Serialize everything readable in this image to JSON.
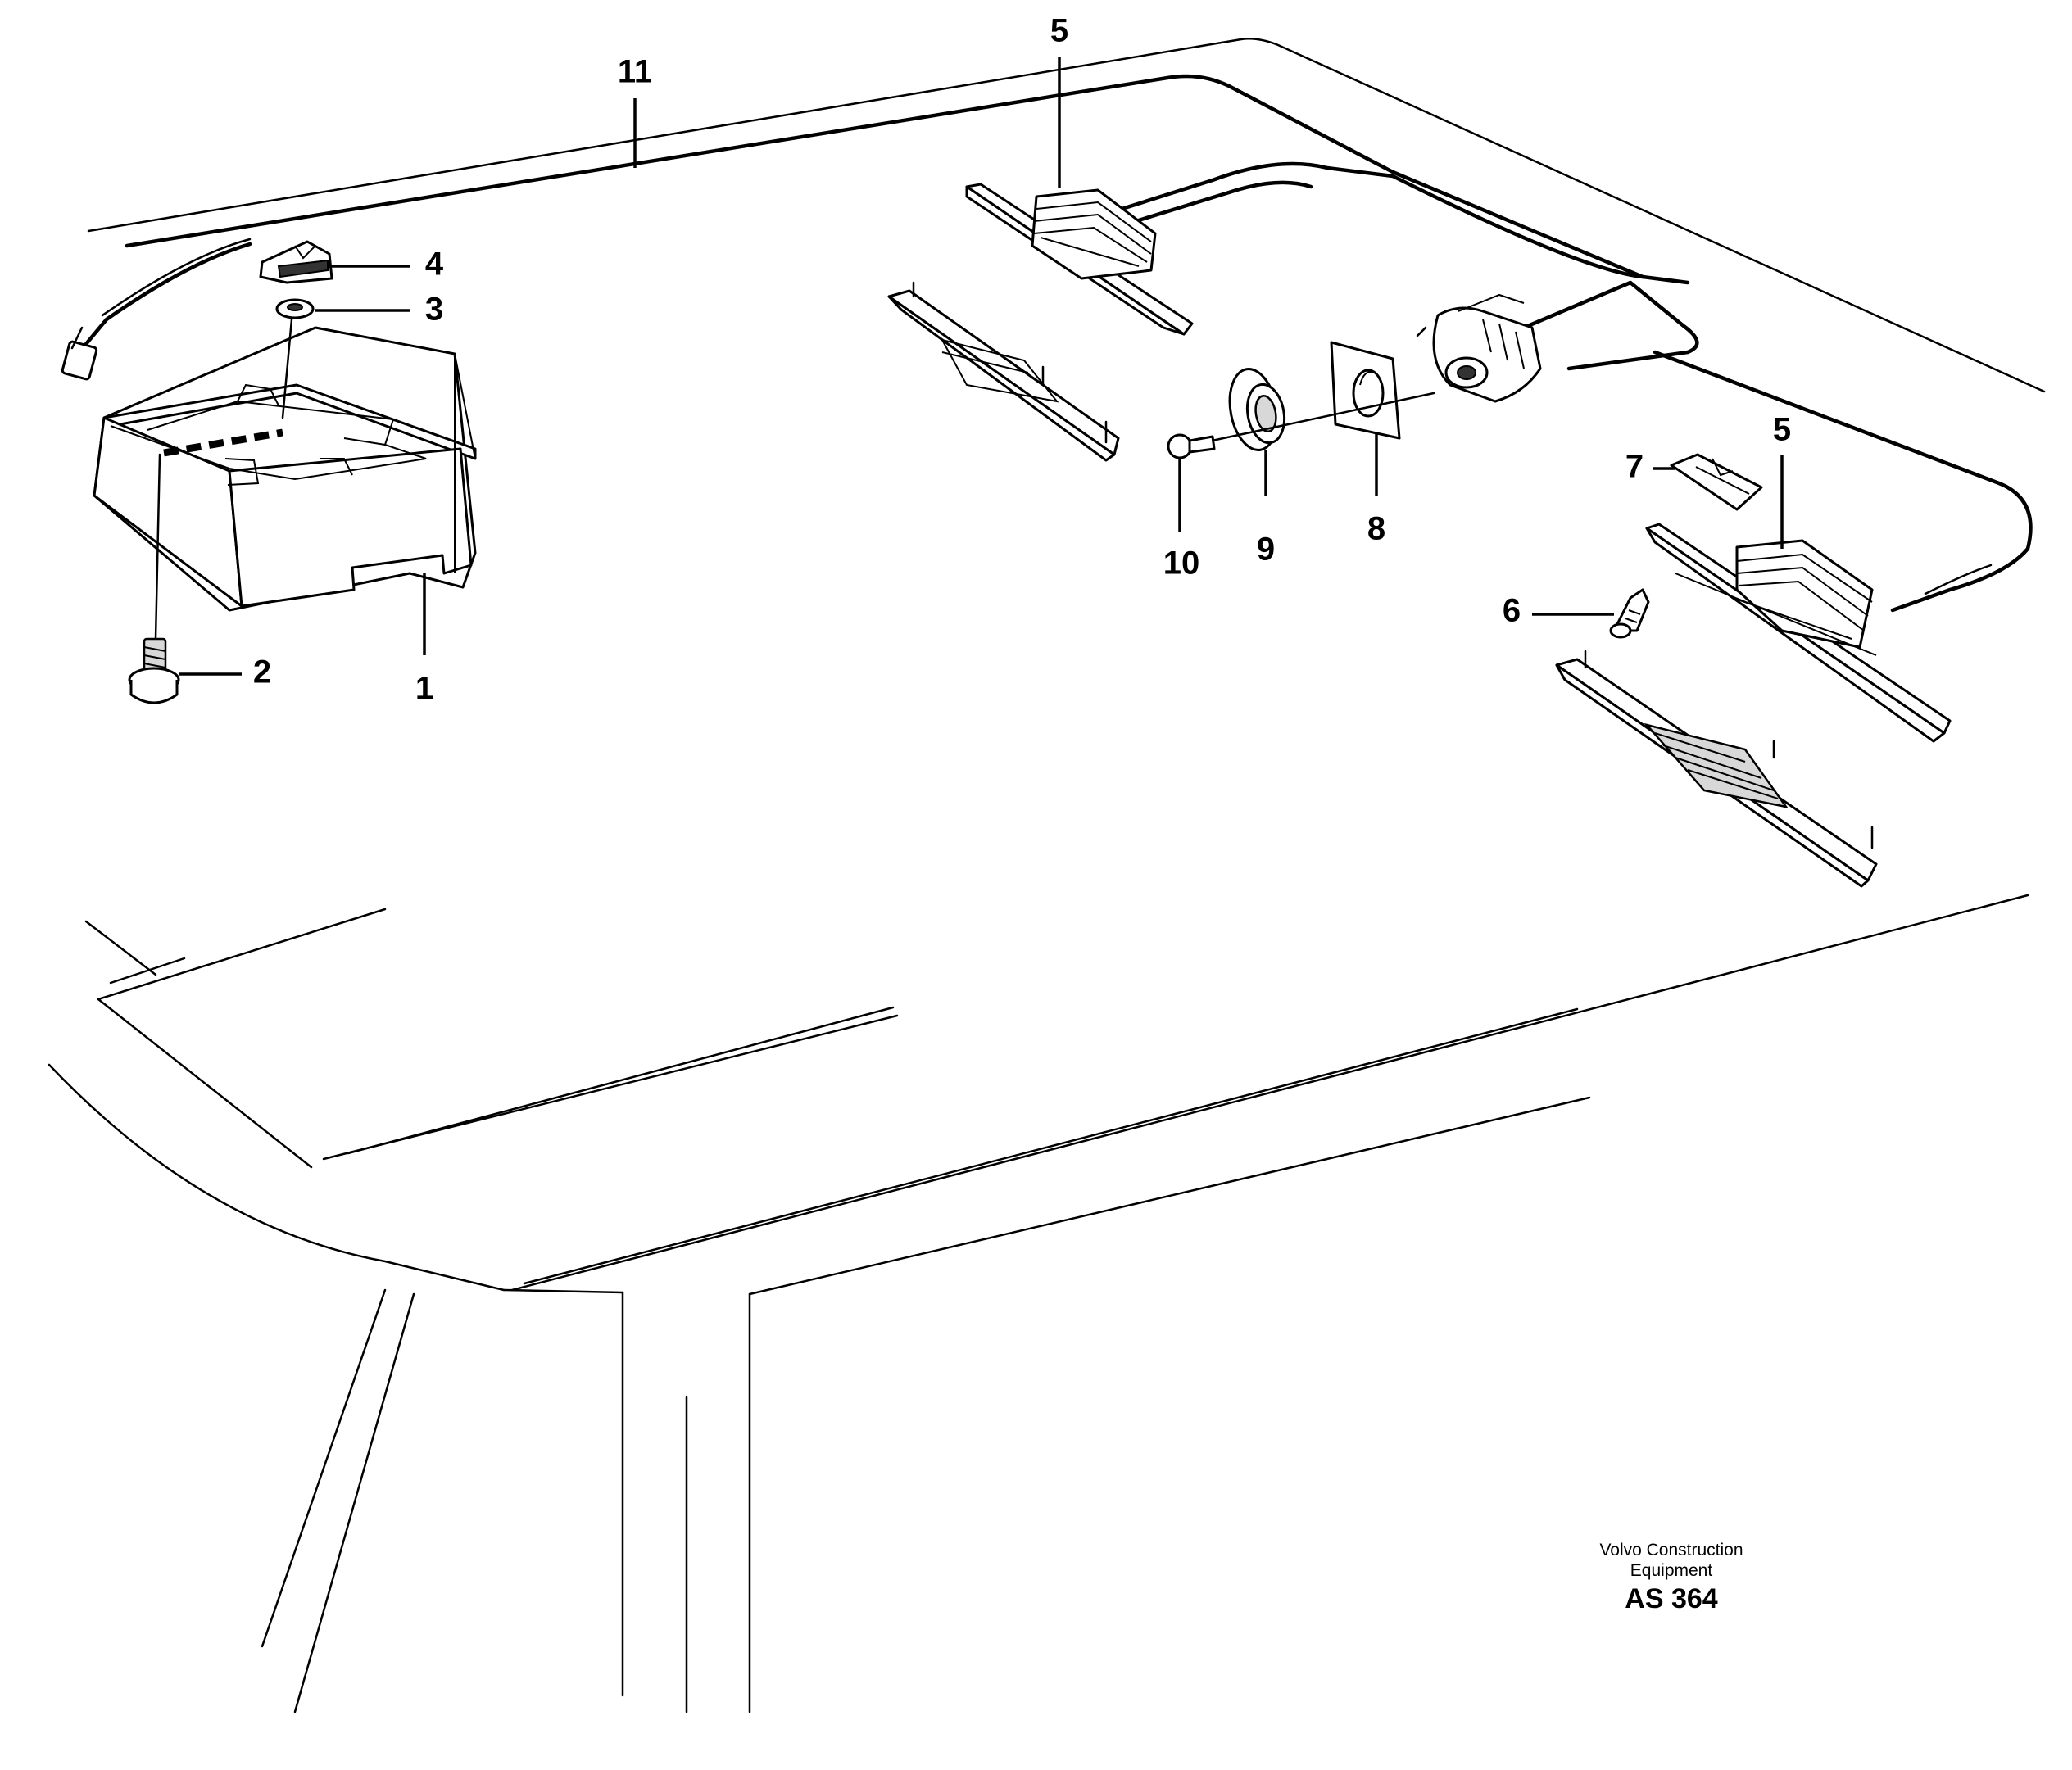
{
  "callouts": [
    {
      "id": "1",
      "label": "1"
    },
    {
      "id": "2",
      "label": "2"
    },
    {
      "id": "3",
      "label": "3"
    },
    {
      "id": "4",
      "label": "4"
    },
    {
      "id": "5a",
      "label": "5"
    },
    {
      "id": "5b",
      "label": "5"
    },
    {
      "id": "6",
      "label": "6"
    },
    {
      "id": "7",
      "label": "7"
    },
    {
      "id": "8",
      "label": "8"
    },
    {
      "id": "9",
      "label": "9"
    },
    {
      "id": "10",
      "label": "10"
    },
    {
      "id": "11",
      "label": "11"
    }
  ],
  "caption": {
    "line1": "Volvo Construction",
    "line2": "Equipment",
    "code": "AS 364"
  }
}
